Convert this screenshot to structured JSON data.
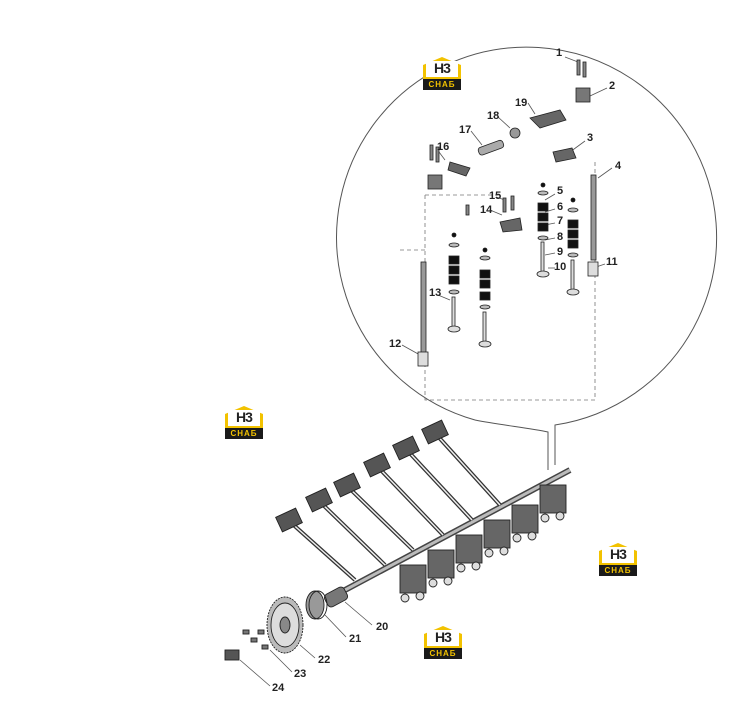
{
  "brand": {
    "mark": "H3",
    "sub": "CHAБ",
    "colors": {
      "yellow": "#f2c200",
      "dark": "#1a1a1a"
    }
  },
  "callouts": [
    "1",
    "2",
    "3",
    "4",
    "5",
    "6",
    "7",
    "8",
    "9",
    "10",
    "11",
    "12",
    "13",
    "14",
    "15",
    "16",
    "17",
    "18",
    "19",
    "20",
    "21",
    "22",
    "23",
    "24"
  ],
  "colors": {
    "line": "#555555",
    "part": "#333333",
    "dark": "#111111"
  }
}
